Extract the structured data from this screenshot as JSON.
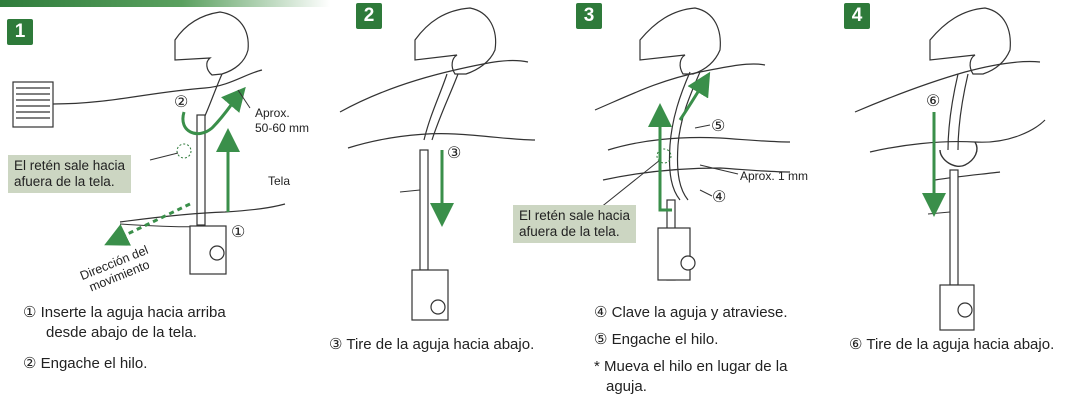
{
  "steps": [
    {
      "number": "1"
    },
    {
      "number": "2"
    },
    {
      "number": "3"
    },
    {
      "number": "4"
    }
  ],
  "labels": {
    "callout_left": [
      "El retén sale hacia",
      "afuera de la tela."
    ],
    "callout_mid": [
      "El retén sale hacia",
      "afuera de la tela."
    ],
    "aprox_left": [
      "Aprox.",
      "50-60 mm"
    ],
    "aprox_mid": "Aprox. 1 mm",
    "tela": "Tela",
    "direction": [
      "Dirección del",
      "movimiento"
    ],
    "marker_1": "①",
    "marker_2": "②",
    "marker_3": "③",
    "marker_4": "④",
    "marker_5": "⑤",
    "marker_6": "⑥"
  },
  "captions": {
    "c1a": "① Inserte la aguja hacia arriba",
    "c1b": "desde abajo de la tela.",
    "c2": "② Engache el hilo.",
    "c3": "③ Tire de la aguja hacia abajo.",
    "c4": "④ Clave la aguja y atraviese.",
    "c5": "⑤ Engache el hilo.",
    "c6a": "* Mueva el hilo en lugar de la",
    "c6b": "aguja.",
    "c7": "⑥ Tire de la aguja hacia abajo."
  },
  "colors": {
    "accent": "#2e7a3a",
    "arrow": "#3a8f4a",
    "callout_bg": "#ccd6c2"
  }
}
